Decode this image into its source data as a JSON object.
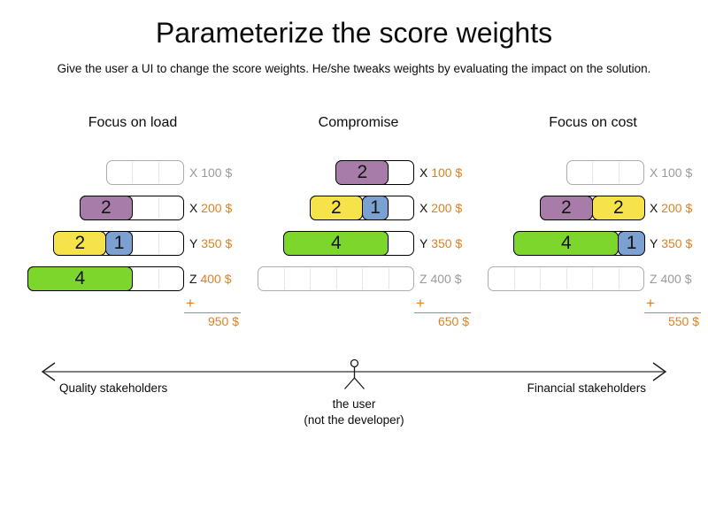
{
  "page": {
    "title": "Parameterize the score weights",
    "subtitle": "Give the user a UI to change the score weights. He/she tweaks weights by evaluating the impact on the solution."
  },
  "plus_symbol": "+",
  "colors": {
    "purple": "#a87ca8",
    "yellow": "#f6e24a",
    "blue": "#7aa1d2",
    "green": "#7cd62c",
    "orange": "#e0811e",
    "grey_text": "#9a9a9a"
  },
  "scenarios": [
    {
      "title": "Focus on load",
      "total": "950 $",
      "rows": [
        {
          "computer": "X",
          "price": "100 $",
          "capacity": 3,
          "active": false,
          "blocks": []
        },
        {
          "computer": "X",
          "price": "200 $",
          "capacity": 4,
          "active": true,
          "blocks": [
            {
              "value": "2",
              "color": "purple"
            }
          ]
        },
        {
          "computer": "Y",
          "price": "350 $",
          "capacity": 5,
          "active": true,
          "blocks": [
            {
              "value": "2",
              "color": "yellow"
            },
            {
              "value": "1",
              "color": "blue"
            }
          ]
        },
        {
          "computer": "Z",
          "price": "400 $",
          "capacity": 6,
          "active": true,
          "blocks": [
            {
              "value": "4",
              "color": "green"
            }
          ]
        }
      ]
    },
    {
      "title": "Compromise",
      "total": "650 $",
      "rows": [
        {
          "computer": "X",
          "price": "100 $",
          "capacity": 3,
          "active": true,
          "blocks": [
            {
              "value": "2",
              "color": "purple"
            }
          ]
        },
        {
          "computer": "X",
          "price": "200 $",
          "capacity": 4,
          "active": true,
          "blocks": [
            {
              "value": "2",
              "color": "yellow"
            },
            {
              "value": "1",
              "color": "blue"
            }
          ]
        },
        {
          "computer": "Y",
          "price": "350 $",
          "capacity": 5,
          "active": true,
          "blocks": [
            {
              "value": "4",
              "color": "green"
            }
          ]
        },
        {
          "computer": "Z",
          "price": "400 $",
          "capacity": 6,
          "active": false,
          "blocks": []
        }
      ]
    },
    {
      "title": "Focus on cost",
      "total": "550 $",
      "rows": [
        {
          "computer": "X",
          "price": "100 $",
          "capacity": 3,
          "active": false,
          "blocks": []
        },
        {
          "computer": "X",
          "price": "200 $",
          "capacity": 4,
          "active": true,
          "blocks": [
            {
              "value": "2",
              "color": "purple"
            },
            {
              "value": "2",
              "color": "yellow"
            }
          ]
        },
        {
          "computer": "Y",
          "price": "350 $",
          "capacity": 5,
          "active": true,
          "blocks": [
            {
              "value": "4",
              "color": "green"
            },
            {
              "value": "1",
              "color": "blue"
            }
          ]
        },
        {
          "computer": "Z",
          "price": "400 $",
          "capacity": 6,
          "active": false,
          "blocks": []
        }
      ]
    }
  ],
  "axis": {
    "left_label": "Quality stakeholders",
    "right_label": "Financial stakeholders",
    "center_label_line1": "the user",
    "center_label_line2": "(not the developer)"
  }
}
